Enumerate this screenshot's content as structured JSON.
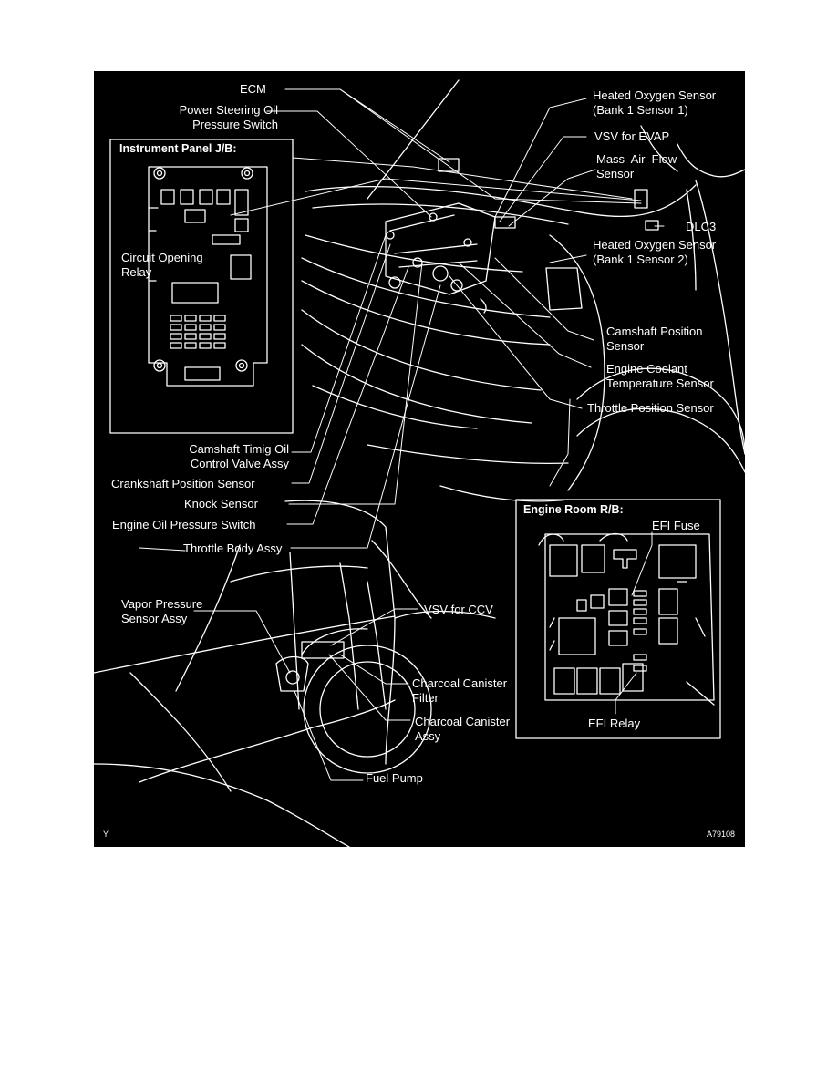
{
  "figure": {
    "code": "A79108",
    "corner_mark": "Y",
    "insets": {
      "instrument_panel": "Instrument Panel J/B:",
      "engine_room": "Engine Room R/B:"
    },
    "labels": {
      "ecm": "ECM",
      "power_steering": "Power Steering Oil\nPressure Switch",
      "circuit_opening_relay": "Circuit Opening\nRelay",
      "camshaft_timing_oil": "Camshaft Timig Oil\nControl Valve Assy",
      "crankshaft_position": "Crankshaft Position Sensor",
      "knock_sensor": "Knock Sensor",
      "engine_oil_pressure": "Engine Oil Pressure Switch",
      "throttle_body": "Throttle Body Assy",
      "vapor_pressure": "Vapor Pressure\nSensor Assy",
      "heated_o2_b1s1": "Heated Oxygen Sensor\n(Bank 1 Sensor 1)",
      "vsv_evap": "VSV for EVAP",
      "maf": "Mass  Air  Flow\nSensor",
      "dlc3": "DLC3",
      "heated_o2_b1s2": "Heated Oxygen Sensor\n(Bank 1 Sensor 2)",
      "camshaft_position": "Camshaft Position\nSensor",
      "ect": "Engine Coolant\nTemperature Sensor",
      "tps": "Throttle Position Sensor",
      "efi_fuse": "EFI Fuse",
      "efi_relay": "EFI Relay",
      "vsv_ccv": "VSV for CCV",
      "charcoal_filter": "Charcoal Canister\nFilter",
      "charcoal_assy": "Charcoal Canister\nAssy",
      "fuel_pump": "Fuel Pump"
    }
  }
}
